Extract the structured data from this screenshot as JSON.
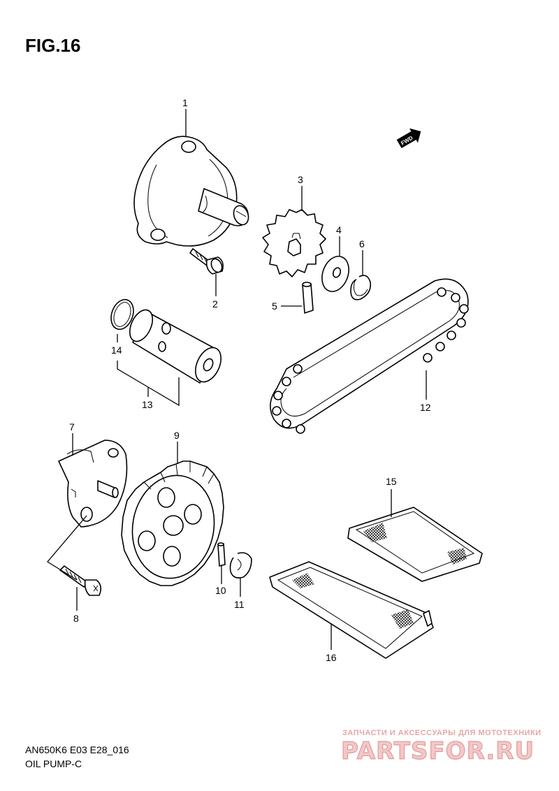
{
  "figure": {
    "title": "FIG.16",
    "code": "AN650K6 E03 E28_016",
    "name": "OIL PUMP-C"
  },
  "badge": {
    "fwd": "FWD"
  },
  "watermark": {
    "tagline": "ЗАПЧАСТИ И АКСЕССУАРЫ ДЛЯ МОТОТЕХНИКИ",
    "brand": "PARTSFOR.RU"
  },
  "callouts": [
    "1",
    "2",
    "3",
    "4",
    "5",
    "6",
    "7",
    "8",
    "9",
    "10",
    "11",
    "12",
    "13",
    "14",
    "15",
    "16"
  ],
  "colors": {
    "ink": "#000000",
    "watermark": "#e59a9a",
    "background": "#ffffff"
  }
}
